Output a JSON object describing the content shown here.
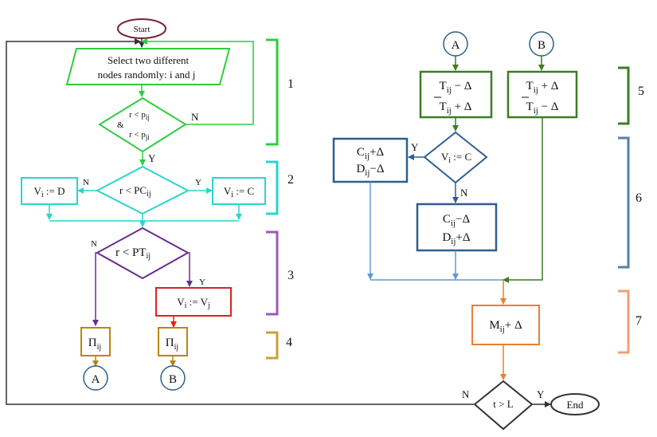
{
  "terminals": {
    "start": "Start",
    "end": "End"
  },
  "left": {
    "select_line1": "Select two different",
    "select_line2": "nodes randomly:  i and j",
    "d1_r1": "r <",
    "d1_p1": "p",
    "d1_p1_sub": "ij",
    "d1_amp": "&",
    "d1_r2": "r <",
    "d1_p2": "p",
    "d1_p2_sub": "ji",
    "d1_no": "N",
    "d1_yes": "Y",
    "d2_text": "r < PC",
    "d2_sub": "ij",
    "d2_no": "N",
    "d2_yes": "Y",
    "vd_text": "V",
    "vd_sub": "i",
    "vd_tail": " := D",
    "vc_text": "V",
    "vc_sub": "i",
    "vc_tail": " := C",
    "d3_text": "r < PT",
    "d3_sub": "ij",
    "d3_no": "N",
    "d3_yes": "Y",
    "vj_text": "V",
    "vj_sub": "i",
    "vj_mid": " := V",
    "vj_sub2": "j",
    "pi1": "Π",
    "pi1_sub": "ij",
    "pi2": "Π",
    "pi2_sub": "ij",
    "conn_a": "A",
    "conn_b": "B"
  },
  "right": {
    "conn_a": "A",
    "conn_b": "B",
    "t_a1": "T",
    "t_a1_sub": "ij",
    "t_a1_tail": " − Δ",
    "t_a2": "T",
    "t_a2_sub": "ij",
    "t_a2_tail": " + Δ",
    "t_b1": "T",
    "t_b1_sub": "ij",
    "t_b1_tail": " + Δ",
    "t_b2": "T",
    "t_b2_sub": "ij",
    "t_b2_tail": " − Δ",
    "dc_text": "V",
    "dc_sub": "i",
    "dc_tail": " := C",
    "dc_yes": "Y",
    "dc_no": "N",
    "cy1": "C",
    "cy1_sub": "ij",
    "cy1_tail": "+Δ",
    "cy2": "D",
    "cy2_sub": "ij",
    "cy2_tail": "−Δ",
    "cn1": "C",
    "cn1_sub": "ij",
    "cn1_tail": "−Δ",
    "cn2": "D",
    "cn2_sub": "ij",
    "cn2_tail": "+Δ",
    "m": "M",
    "m_sub": "ij",
    "m_tail": "+ Δ",
    "dt_text": "t > L",
    "dt_no": "N",
    "dt_yes": "Y"
  },
  "brackets": [
    "1",
    "2",
    "3",
    "4",
    "5",
    "6",
    "7"
  ],
  "colors": {
    "step1": "#2ecc40",
    "step2": "#2ad4cf",
    "step3": "#6b2b8f",
    "step4": "#b8860b",
    "step5": "#3c7d22",
    "step6": "#2e5f8a",
    "step6_line": "#5b9bd5",
    "step7": "#ee7d31",
    "red": "#e02020",
    "terminal": "#7a1f3d",
    "loop": "#333333"
  }
}
